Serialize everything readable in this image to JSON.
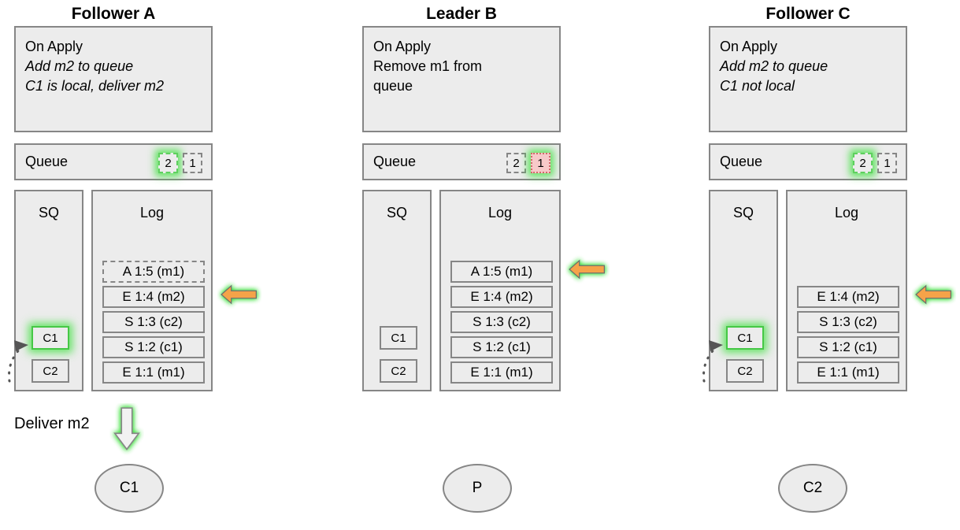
{
  "diagram": {
    "title_hidden": "",
    "columns": [
      {
        "id": "follower-a",
        "title": "Follower A",
        "apply": {
          "lines": [
            {
              "text": "On Apply",
              "italic": false
            },
            {
              "text": "Add m2 to queue",
              "italic": true
            },
            {
              "text": "C1 is local, deliver m2",
              "italic": true
            }
          ]
        },
        "queue": {
          "label": "Queue",
          "slots": [
            {
              "value": "2",
              "style": "dashed-green-glow"
            },
            {
              "value": "1",
              "style": "dashed-grey"
            }
          ]
        },
        "sq": {
          "header": "SQ",
          "chips": [
            {
              "value": "C1",
              "highlight": true
            },
            {
              "value": "C2",
              "highlight": false
            }
          ],
          "incoming_pointer": true
        },
        "log": {
          "header": "Log",
          "entries": [
            {
              "text": "A 1:5 (m1)",
              "dashed": true
            },
            {
              "text": "E 1:4 (m2)",
              "dashed": false
            },
            {
              "text": "S 1:3 (c2)",
              "dashed": false
            },
            {
              "text": "S 1:2 (c1)",
              "dashed": false
            },
            {
              "text": "E 1:1 (m1)",
              "dashed": false
            }
          ],
          "arrow_target_index": 1
        },
        "deliver": {
          "label": "Deliver m2",
          "show_arrow": true
        },
        "client": "C1"
      },
      {
        "id": "leader-b",
        "title": "Leader B",
        "apply": {
          "lines": [
            {
              "text": "On Apply",
              "italic": false
            },
            {
              "text": "Remove m1 from",
              "italic": false
            },
            {
              "text": "queue",
              "italic": false
            }
          ]
        },
        "queue": {
          "label": "Queue",
          "slots": [
            {
              "value": "2",
              "style": "dashed-grey"
            },
            {
              "value": "1",
              "style": "dotted-red-glow"
            }
          ]
        },
        "sq": {
          "header": "SQ",
          "chips": [
            {
              "value": "C1",
              "highlight": false
            },
            {
              "value": "C2",
              "highlight": false
            }
          ],
          "incoming_pointer": false
        },
        "log": {
          "header": "Log",
          "entries": [
            {
              "text": "A 1:5 (m1)",
              "dashed": false
            },
            {
              "text": "E 1:4 (m2)",
              "dashed": false
            },
            {
              "text": "S 1:3 (c2)",
              "dashed": false
            },
            {
              "text": "S 1:2 (c1)",
              "dashed": false
            },
            {
              "text": "E 1:1 (m1)",
              "dashed": false
            }
          ],
          "arrow_target_index": 0
        },
        "deliver": {
          "label": "",
          "show_arrow": false
        },
        "client": "P"
      },
      {
        "id": "follower-c",
        "title": "Follower C",
        "apply": {
          "lines": [
            {
              "text": "On Apply",
              "italic": false
            },
            {
              "text": "Add m2 to queue",
              "italic": true
            },
            {
              "text": "C1 not local",
              "italic": true
            }
          ]
        },
        "queue": {
          "label": "Queue",
          "slots": [
            {
              "value": "2",
              "style": "dashed-green-glow"
            },
            {
              "value": "1",
              "style": "dashed-grey"
            }
          ]
        },
        "sq": {
          "header": "SQ",
          "chips": [
            {
              "value": "C1",
              "highlight": true
            },
            {
              "value": "C2",
              "highlight": false
            }
          ],
          "incoming_pointer": true
        },
        "log": {
          "header": "Log",
          "entries": [
            {
              "text": "E 1:4 (m2)",
              "dashed": false
            },
            {
              "text": "S 1:3 (c2)",
              "dashed": false
            },
            {
              "text": "S 1:2 (c1)",
              "dashed": false
            },
            {
              "text": "E 1:1 (m1)",
              "dashed": false
            }
          ],
          "arrow_target_index": 0
        },
        "deliver": {
          "label": "",
          "show_arrow": false
        },
        "client": "C2"
      }
    ],
    "colors": {
      "panel_fill": "#ececec",
      "panel_border": "#868686",
      "arrow_orange": "#f5a349",
      "glow_green": "#46e146",
      "queue_red_fill": "#f7c9c9"
    }
  }
}
